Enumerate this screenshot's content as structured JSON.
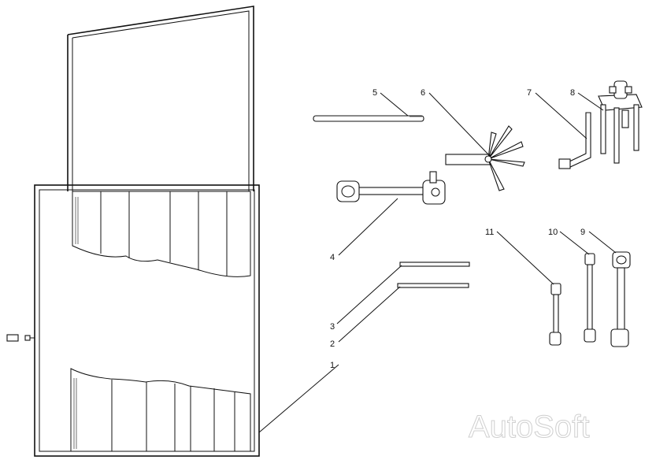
{
  "callouts": [
    {
      "id": "1",
      "label": "1"
    },
    {
      "id": "2",
      "label": "2"
    },
    {
      "id": "3",
      "label": "3"
    },
    {
      "id": "4",
      "label": "4"
    },
    {
      "id": "5",
      "label": "5"
    },
    {
      "id": "6",
      "label": "6"
    },
    {
      "id": "7",
      "label": "7"
    },
    {
      "id": "8",
      "label": "8"
    },
    {
      "id": "9",
      "label": "9"
    },
    {
      "id": "10",
      "label": "10"
    },
    {
      "id": "11",
      "label": "11"
    }
  ],
  "watermark": "AutoSoft"
}
